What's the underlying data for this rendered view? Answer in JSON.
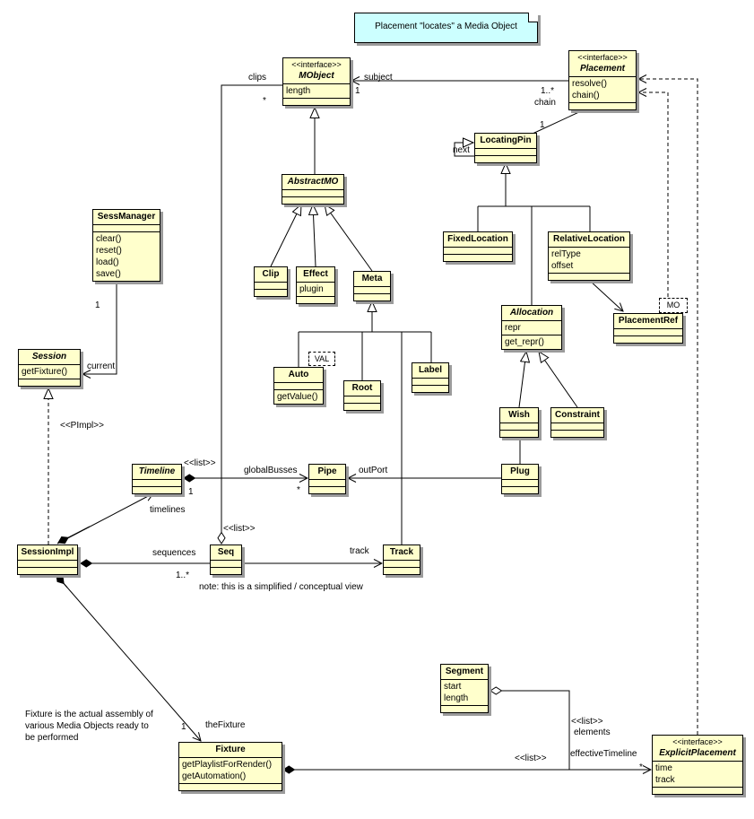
{
  "note": {
    "text": "Placement \"locates\" a Media Object"
  },
  "annotations": {
    "conceptual_note": "note: this is a simplified / conceptual view",
    "fixture_note": "Fixture is the actual assembly of\nvarious Media Objects ready to\nbe performed"
  },
  "tags": {
    "val": "VAL",
    "mo": "MO"
  },
  "classes": {
    "mobject": {
      "stereotype": "<<interface>>",
      "name": "MObject",
      "attrs": [
        "length"
      ]
    },
    "placement": {
      "stereotype": "<<interface>>",
      "name": "Placement",
      "ops": [
        "resolve()",
        "chain()"
      ]
    },
    "locatingpin": {
      "name": "LocatingPin"
    },
    "abstractmo": {
      "name": "AbstractMO"
    },
    "sessmanager": {
      "name": "SessManager",
      "ops": [
        "clear()",
        "reset()",
        "load()",
        "save()"
      ]
    },
    "fixedlocation": {
      "name": "FixedLocation"
    },
    "relativelocation": {
      "name": "RelativeLocation",
      "attrs": [
        "relType",
        "offset"
      ]
    },
    "clip": {
      "name": "Clip"
    },
    "effect": {
      "name": "Effect",
      "attrs": [
        "plugin"
      ]
    },
    "meta": {
      "name": "Meta"
    },
    "allocation": {
      "name": "Allocation",
      "attrs": [
        "repr"
      ],
      "ops": [
        "get_repr()"
      ]
    },
    "placementref": {
      "name": "PlacementRef"
    },
    "session": {
      "name": "Session",
      "ops": [
        "getFixture()"
      ]
    },
    "auto": {
      "name": "Auto",
      "ops": [
        "getValue()"
      ]
    },
    "root": {
      "name": "Root"
    },
    "label": {
      "name": "Label"
    },
    "wish": {
      "name": "Wish"
    },
    "constraint": {
      "name": "Constraint"
    },
    "timeline": {
      "name": "Timeline"
    },
    "pipe": {
      "name": "Pipe"
    },
    "plug": {
      "name": "Plug"
    },
    "sessionimpl": {
      "name": "SessionImpl"
    },
    "seq": {
      "name": "Seq"
    },
    "track": {
      "name": "Track"
    },
    "segment": {
      "name": "Segment",
      "attrs": [
        "start",
        "length"
      ]
    },
    "fixture": {
      "name": "Fixture",
      "ops": [
        "getPlaylistForRender()",
        "getAutomation()"
      ]
    },
    "explicitplacement": {
      "stereotype": "<<interface>>",
      "name": "ExplicitPlacement",
      "attrs": [
        "time",
        "track"
      ]
    }
  },
  "labels": {
    "clips": "clips",
    "subject": "subject",
    "mult_clips_mobject": "*",
    "mult_subject_mobject": "1",
    "mult_chain": "1..*",
    "chain": "chain",
    "mult_chain_pin": "1",
    "next": "next",
    "mult_sessmanager": "1",
    "current": "current",
    "pimpl": "<<PImpl>>",
    "list_timeline": "<<list>>",
    "globalbusses": "globalBusses",
    "outport": "outPort",
    "mult_timeline": "1",
    "mult_pipe": "*",
    "timelines": "timelines",
    "list_seq": "<<list>>",
    "sequences": "sequences",
    "mult_sequences": "1..*",
    "track": "track",
    "mult_thefixture": "1",
    "thefixture": "theFixture",
    "list_elements": "<<list>>",
    "elements": "elements",
    "list_effectivetimeline": "<<list>>",
    "effectivetimeline": "effectiveTimeline",
    "mult_effectivetimeline": "*"
  }
}
